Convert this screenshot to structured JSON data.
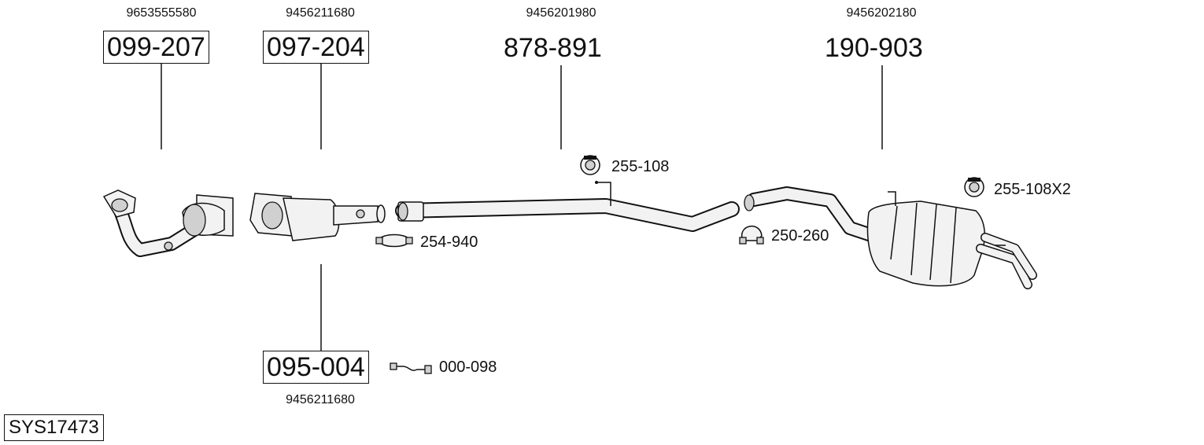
{
  "parts": {
    "cat1": {
      "part_number": "099-207",
      "oem_number": "9653555580"
    },
    "cat2": {
      "part_number": "097-204",
      "oem_number": "9456211680"
    },
    "middle_pipe": {
      "part_number": "878-891",
      "oem_number": "9456201980"
    },
    "rear_silencer": {
      "part_number": "190-903",
      "oem_number": "9456202180"
    },
    "front_cat": {
      "part_number": "095-004",
      "oem_number": "9456211680"
    }
  },
  "accessories": {
    "hanger_mid": "255-108",
    "hanger_rear": "255-108X2",
    "clamp_front": "254-940",
    "clamp_rear": "250-260",
    "sensor": "000-098"
  },
  "system_id": "SYS17473"
}
